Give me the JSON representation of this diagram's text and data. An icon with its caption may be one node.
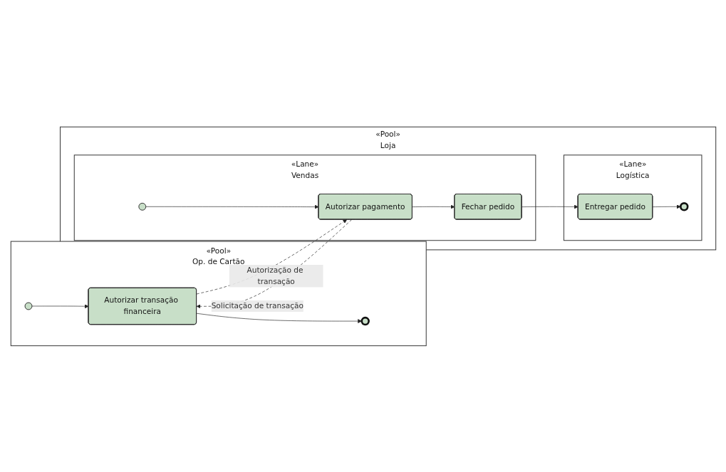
{
  "diagram": {
    "nodes": [
      {
        "text": [
          "«Pool»",
          "Op. de Cartão"
        ]
      },
      {
        "text": [],
        "shape": "circle",
        "in": 0
      },
      {
        "text": [
          "Autorizar transação financeira"
        ],
        "in": 0
      },
      {
        "text": [],
        "shape": "circle",
        "in": 0
      },
      {
        "text": [
          "«Pool»",
          "Loja"
        ]
      },
      {
        "text": [
          "«Lane»",
          "Logística"
        ],
        "in": 4
      },
      {
        "text": [
          "Entregar pedido"
        ],
        "in": 5
      },
      {
        "text": [],
        "shape": "circle",
        "in": 5
      },
      {
        "text": [
          "«Lane»",
          "Vendas"
        ],
        "in": 4
      },
      {
        "text": [],
        "shape": "circle",
        "in": 8
      },
      {
        "text": [
          "Autorizar pagamento"
        ],
        "in": 8
      },
      {
        "text": [
          "Fechar pedido"
        ],
        "in": 8
      }
    ],
    "edges": [
      {
        "from": 1,
        "to": 2,
        "arrow": "to"
      },
      {
        "from": 2,
        "to": 3,
        "arrow": "to"
      },
      {
        "from": 10,
        "to": 2,
        "arrow": "to",
        "style": "dashed",
        "label": "Solicitação de transação"
      },
      {
        "from": 2,
        "to": 10,
        "arrow": "to",
        "style": "dashed",
        "label": "Autorização de transação"
      },
      {
        "from": 9,
        "to": 10,
        "arrow": "to"
      },
      {
        "from": 10,
        "to": 11,
        "arrow": "to"
      },
      {
        "from": 11,
        "to": 6,
        "arrow": "to"
      },
      {
        "from": 6,
        "to": 7,
        "arrow": "to"
      }
    ]
  }
}
